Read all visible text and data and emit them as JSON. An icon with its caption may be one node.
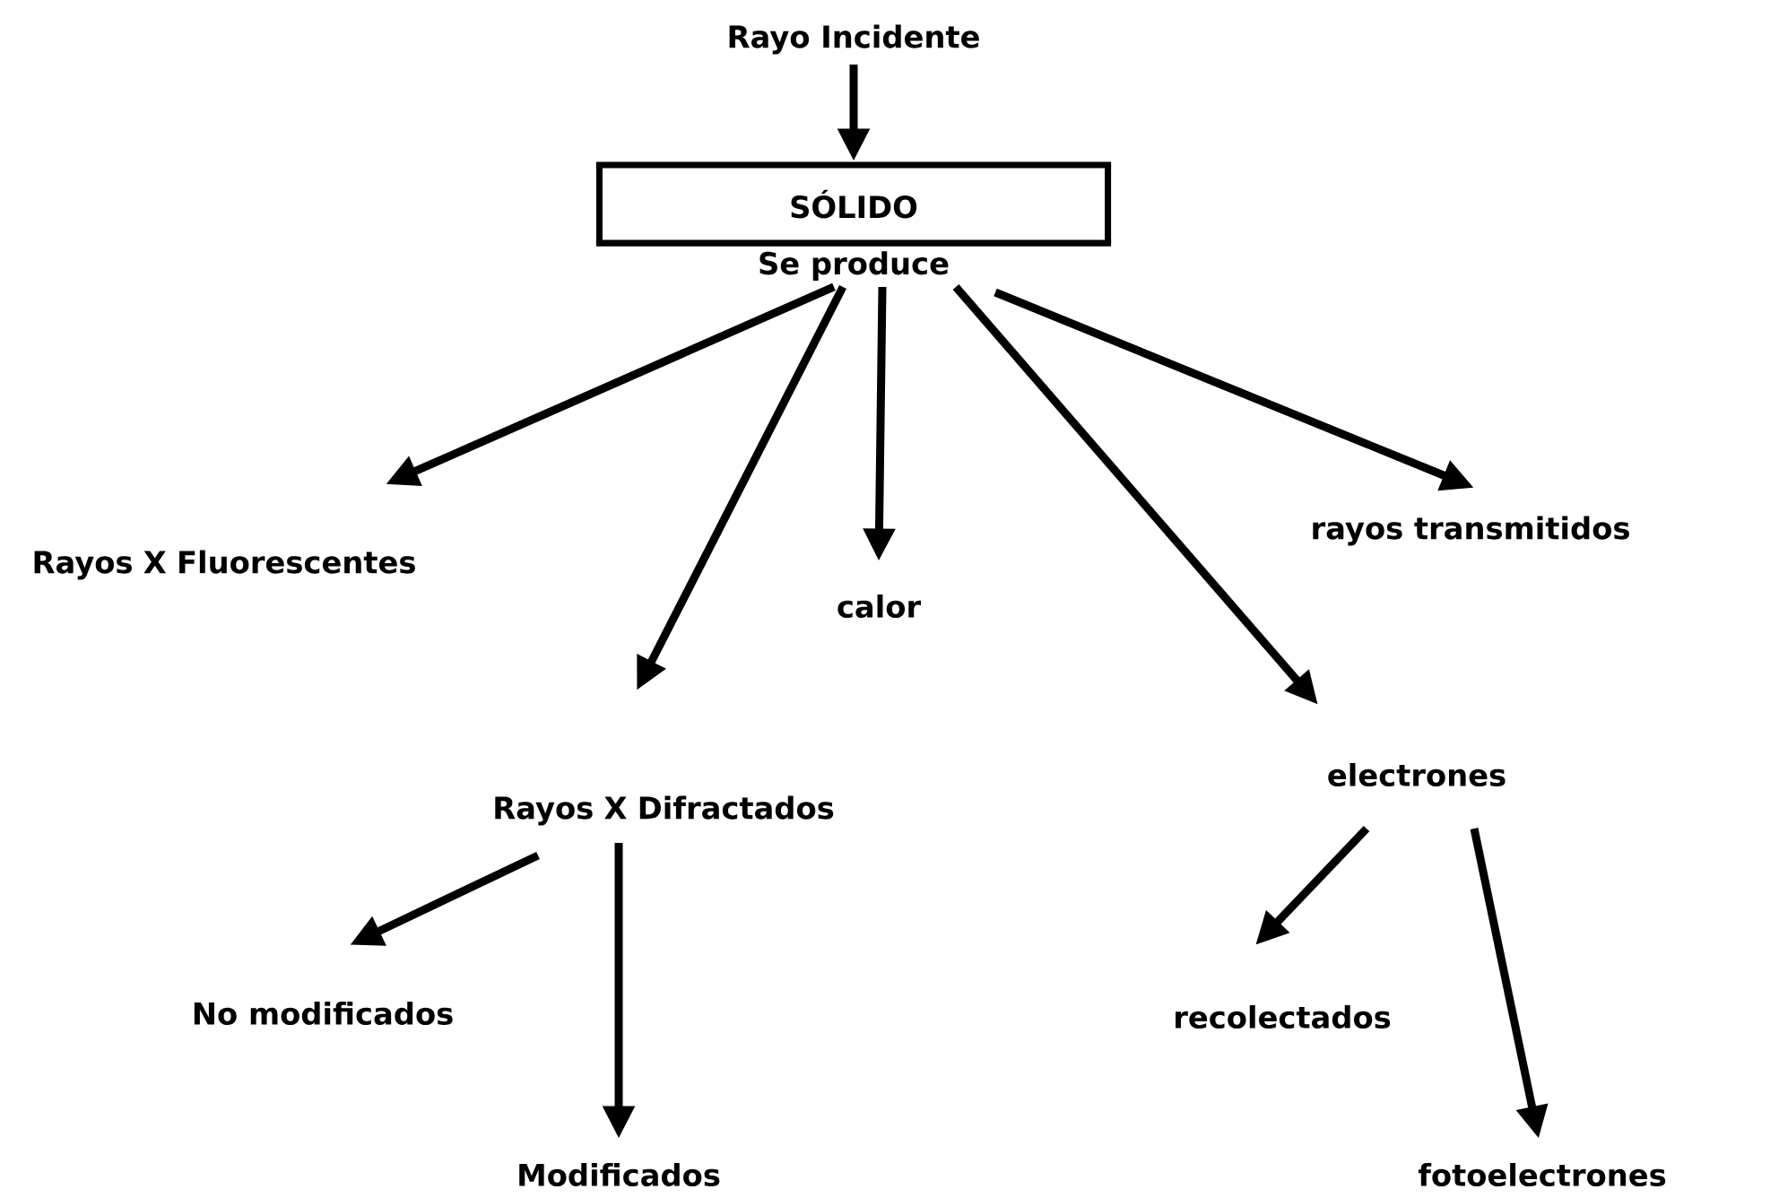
{
  "diagram": {
    "nodes": [
      {
        "text": [
          "Rayo Incidente"
        ]
      },
      {
        "text": [
          "SÓLIDO",
          "Se produce"
        ]
      },
      {
        "text": [
          "Rayos X Fluorescentes"
        ]
      },
      {
        "text": [
          "Rayos X Difractados"
        ]
      },
      {
        "text": [
          "calor"
        ]
      },
      {
        "text": [
          "electrones"
        ]
      },
      {
        "text": [
          "rayos transmitidos"
        ]
      },
      {
        "text": [
          "No modificados"
        ]
      },
      {
        "text": [
          "Modificados"
        ]
      },
      {
        "text": [
          "recolectados"
        ]
      },
      {
        "text": [
          "fotoelectrones"
        ]
      }
    ],
    "edges": [
      {
        "from": 0,
        "to": 1,
        "arrow": "to"
      },
      {
        "from": 1,
        "to": 2,
        "arrow": "to"
      },
      {
        "from": 1,
        "to": 3,
        "arrow": "to"
      },
      {
        "from": 1,
        "to": 4,
        "arrow": "to"
      },
      {
        "from": 1,
        "to": 5,
        "arrow": "to"
      },
      {
        "from": 1,
        "to": 6,
        "arrow": "to"
      },
      {
        "from": 3,
        "to": 7,
        "arrow": "to"
      },
      {
        "from": 3,
        "to": 8,
        "arrow": "to"
      },
      {
        "from": 5,
        "to": 9,
        "arrow": "to"
      },
      {
        "from": 5,
        "to": 10,
        "arrow": "to"
      }
    ]
  }
}
